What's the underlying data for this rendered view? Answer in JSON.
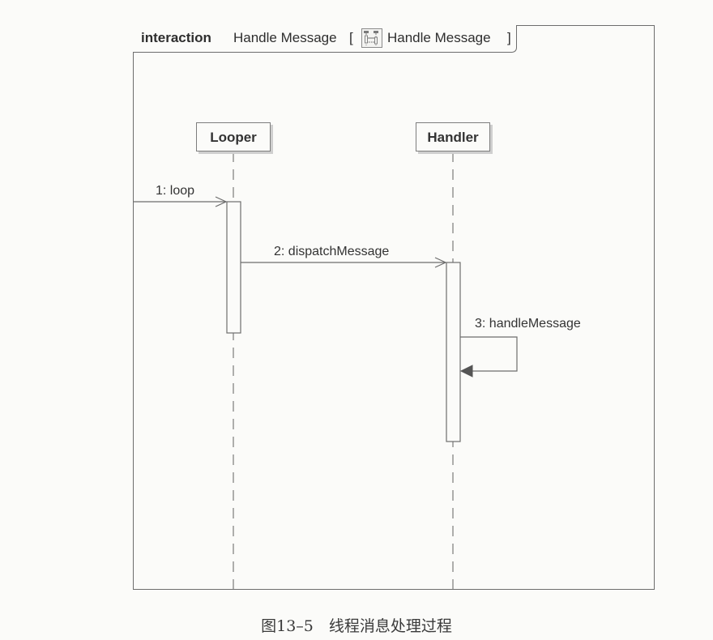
{
  "frame": {
    "keyword": "interaction",
    "name": "Handle Message",
    "bracket_open": "[",
    "diagram_icon": "sequence-diagram-icon",
    "ref_name": "Handle Message",
    "bracket_close": "]"
  },
  "lifelines": [
    {
      "name": "Looper"
    },
    {
      "name": "Handler"
    }
  ],
  "messages": [
    {
      "number": "1",
      "label": "1: loop",
      "from": "frame-edge",
      "to": "Looper"
    },
    {
      "number": "2",
      "label": "2: dispatchMessage",
      "from": "Looper",
      "to": "Handler"
    },
    {
      "number": "3",
      "label": "3: handleMessage",
      "from": "Handler",
      "to": "Handler"
    }
  ],
  "caption": "图13–5　线程消息处理过程",
  "colors": {
    "line": "#6d6d6d",
    "activation_fill": "#fbfbf9",
    "background": "#fbfbf9"
  }
}
